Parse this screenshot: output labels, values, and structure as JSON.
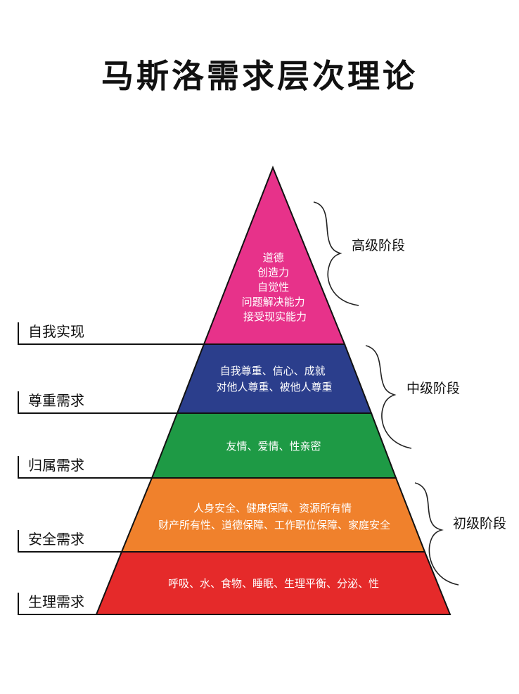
{
  "title": "马斯洛需求层次理论",
  "tiers": [
    {
      "name": "自我实现",
      "color": "#E7328A",
      "lines": [
        "道德",
        "创造力",
        "自觉性",
        "问题解决能力",
        "接受现实能力"
      ]
    },
    {
      "name": "尊重需求",
      "color": "#2B3E8C",
      "lines": [
        "自我尊重、信心、成就",
        "对他人尊重、被他人尊重"
      ]
    },
    {
      "name": "归属需求",
      "color": "#1E9A45",
      "lines": [
        "友情、爱情、性亲密"
      ]
    },
    {
      "name": "安全需求",
      "color": "#F0812C",
      "lines": [
        "人身安全、健康保障、资源所有情",
        "财产所有性、道德保障、工作职位保障、家庭安全"
      ]
    },
    {
      "name": "生理需求",
      "color": "#E52A2A",
      "lines": [
        "呼吸、水、食物、睡眠、生理平衡、分泌、性"
      ]
    }
  ],
  "stages": [
    "高级阶段",
    "中级阶段",
    "初级阶段"
  ]
}
